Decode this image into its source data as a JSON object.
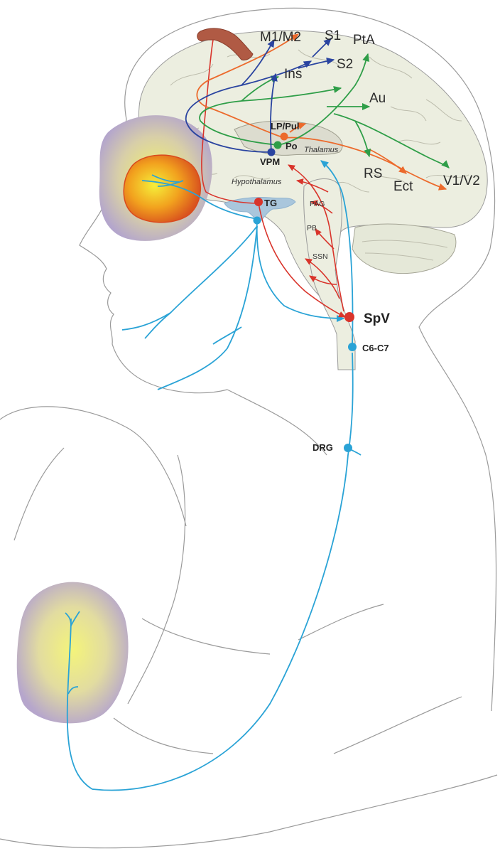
{
  "labels": {
    "m1m2": "M1/M2",
    "s1": "S1",
    "pta": "PtA",
    "ins": "Ins",
    "s2": "S2",
    "au": "Au",
    "lppul": "LP/Pul",
    "po": "Po",
    "thalamus": "Thalamus",
    "vpm": "VPM",
    "hypothalamus": "Hypothalamus",
    "rs": "RS",
    "ect": "Ect",
    "v1v2": "V1/V2",
    "tg": "TG",
    "pag": "PAG",
    "pb": "PB",
    "ssn": "SSN",
    "spv": "SpV",
    "c6c7": "C6-C7",
    "drg": "DRG"
  },
  "colors": {
    "trigeminal_afferent": "#2aa3d6",
    "nociceptive_projection": "#d9342b",
    "lp_pul_projection": "#ec6a2c",
    "po_projection": "#2f9e48",
    "vpm_projection": "#2a44a0",
    "brain_fill": "#eceee0",
    "tg_fill": "#a9c6dc"
  },
  "icons": {
    "blood_vessel": "meningeal-vessel-icon",
    "face_region": "headache-area-icon",
    "arm_region": "referred-pain-area-icon"
  }
}
